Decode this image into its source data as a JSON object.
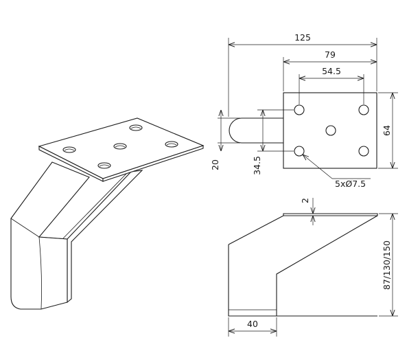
{
  "dimensions": {
    "overall_width": "125",
    "hole_span_outer": "79",
    "hole_span_inner": "54.5",
    "plate_height": "64",
    "stem_width": "20",
    "hole_offset": "34.5",
    "holes_note": "5xØ7.5",
    "plate_thickness": "2",
    "heights": "87/130/150",
    "foot_width": "40"
  }
}
